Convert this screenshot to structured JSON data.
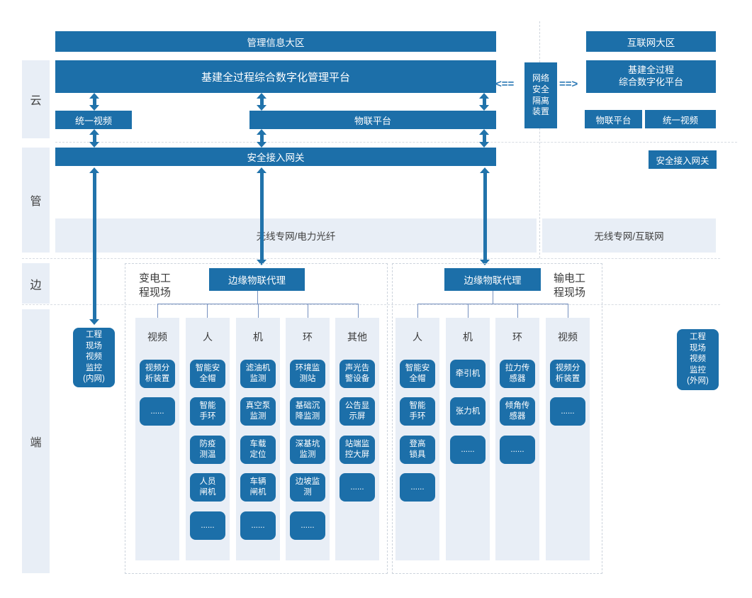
{
  "colors": {
    "primary_blue": "#1c6fa9",
    "light_panel": "#e8eef6",
    "connector_line": "#7590bf",
    "dashed_line": "#d7dce3",
    "dark_text": "#3a3a3a"
  },
  "rails": {
    "cloud": "云",
    "pipe": "管",
    "edge": "边",
    "terminal": "端"
  },
  "intranet_side": {
    "zone_bar": "管理信息大区",
    "platform_bar": "基建全过程综合数字化管理平台",
    "unified_video": "统一视频",
    "iot_platform": "物联平台",
    "gateway": "安全接入网关",
    "network_band": "无线专网/电力光纤"
  },
  "internet_side": {
    "zone_bar": "互联网大区",
    "platform_box": "基建全过程\n综合数字化平台",
    "iot_platform": "物联平台",
    "unified_video": "统一视频",
    "gateway": "安全接入网关",
    "network_band": "无线专网/互联网"
  },
  "isolation": {
    "label": "网络\n安全\n隔离\n装置",
    "left_arrow": "<==",
    "right_arrow": "==>"
  },
  "substation_group": {
    "site_label": "变电工\n程现场",
    "agent": "边缘物联代理",
    "columns": [
      {
        "header": "视频",
        "items": [
          "视频分\n析装置",
          "......"
        ]
      },
      {
        "header": "人",
        "items": [
          "智能安\n全帽",
          "智能\n手环",
          "防疫\n测温",
          "人员\n闸机",
          "......"
        ]
      },
      {
        "header": "机",
        "items": [
          "滤油机\n监测",
          "真空泵\n监测",
          "车载\n定位",
          "车辆\n闸机",
          "......"
        ]
      },
      {
        "header": "环",
        "items": [
          "环境监\n测站",
          "基础沉\n降监测",
          "深基坑\n监测",
          "边坡监\n测",
          "......"
        ]
      },
      {
        "header": "其他",
        "items": [
          "声光告\n警设备",
          "公告显\n示屏",
          "站端监\n控大屏",
          "......"
        ]
      }
    ]
  },
  "transmission_group": {
    "site_label": "输电工\n程现场",
    "agent": "边缘物联代理",
    "columns": [
      {
        "header": "人",
        "items": [
          "智能安\n全帽",
          "智能\n手环",
          "登高\n锁具",
          "......"
        ]
      },
      {
        "header": "机",
        "items": [
          "牵引机",
          "张力机",
          "......"
        ]
      },
      {
        "header": "环",
        "items": [
          "拉力传\n感器",
          "倾角传\n感器",
          "......"
        ]
      },
      {
        "header": "视频",
        "items": [
          "视频分\n析装置",
          "......"
        ]
      }
    ]
  },
  "intranet_monitor": "工程\n现场\n视频\n监控\n(内网)",
  "extranet_monitor": "工程\n现场\n视频\n监控\n(外网)"
}
